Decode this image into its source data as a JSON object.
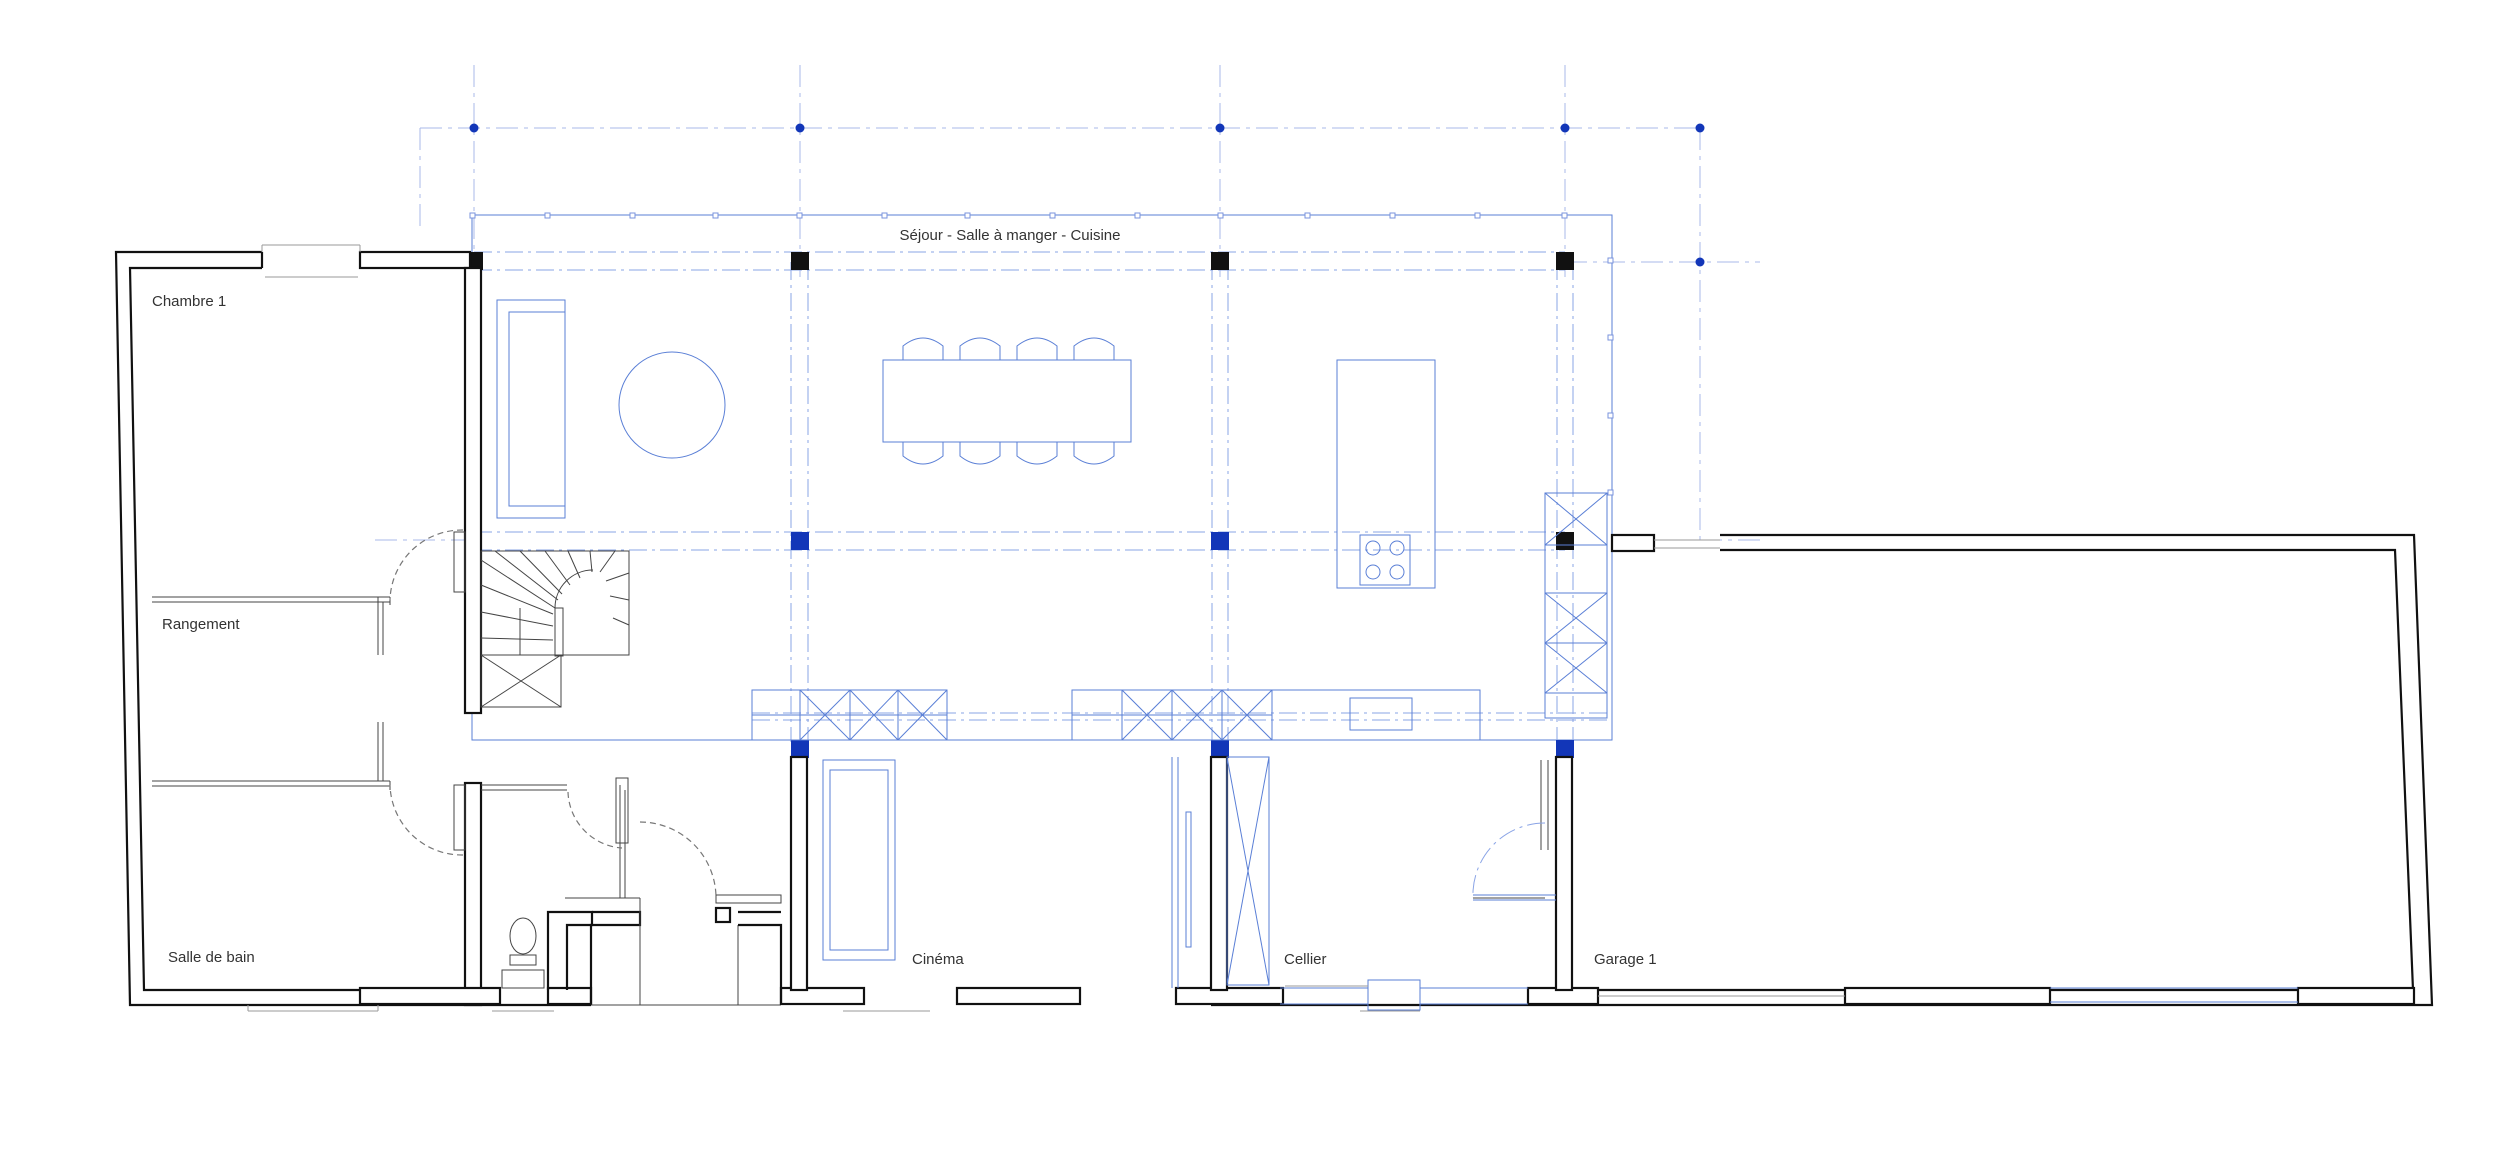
{
  "plan": {
    "rooms": [
      {
        "id": "sejour",
        "label": "Séjour - Salle à manger - Cuisine"
      },
      {
        "id": "chambre1",
        "label": "Chambre 1"
      },
      {
        "id": "rangement",
        "label": "Rangement"
      },
      {
        "id": "salle-de-bain",
        "label": "Salle de bain"
      },
      {
        "id": "cinema",
        "label": "Cinéma"
      },
      {
        "id": "cellier",
        "label": "Cellier"
      },
      {
        "id": "garage1",
        "label": "Garage 1"
      }
    ],
    "colors": {
      "wall": "#111111",
      "structure_blue": "#1236b8",
      "furniture_blue": "#5a7fd6",
      "grid_blue": "#a9b9e8"
    }
  }
}
